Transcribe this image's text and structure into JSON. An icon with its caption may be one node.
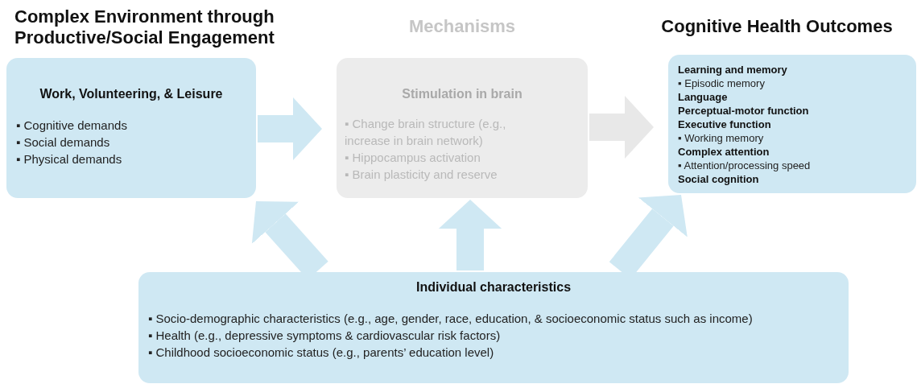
{
  "diagram": {
    "nodes": [
      {
        "text": [
          "Complex Environment through Productive/Social Engagement",
          "Work, Volunteering, & Leisure",
          "▪ Cognitive demands",
          "▪ Social demands",
          "▪ Physical demands"
        ]
      },
      {
        "text": [
          "Mechanisms",
          "Stimulation in brain",
          "▪ Change brain structure (e.g., increase in brain network)",
          "▪ Hippocampus activation",
          "▪ Brain plasticity and reserve"
        ]
      },
      {
        "text": [
          "Cognitive Health Outcomes",
          "Learning and memory",
          "▪ Episodic memory",
          "Language",
          "Perceptual-motor function",
          "Executive function",
          "▪ Working memory",
          "Complex attention",
          "▪ Attention/processing speed",
          "Social cognition"
        ]
      },
      {
        "text": [
          "Individual characteristics",
          "▪ Socio-demographic characteristics (e.g., age, gender, race, education, & socioeconomic status such as income)",
          "▪ Health (e.g., depressive symptoms & cardiovascular risk factors)",
          "▪ Childhood socioeconomic status (e.g., parents’ education level)"
        ]
      }
    ],
    "edges": [
      {
        "from": 0,
        "to": 1,
        "arrow": "to"
      },
      {
        "from": 1,
        "to": 2,
        "arrow": "to",
        "color": "#e8e8e8"
      },
      {
        "from": 3,
        "to": 0,
        "arrow": "to"
      },
      {
        "from": 3,
        "to": 1,
        "arrow": "to"
      },
      {
        "from": 3,
        "to": 2,
        "arrow": "to"
      }
    ]
  }
}
